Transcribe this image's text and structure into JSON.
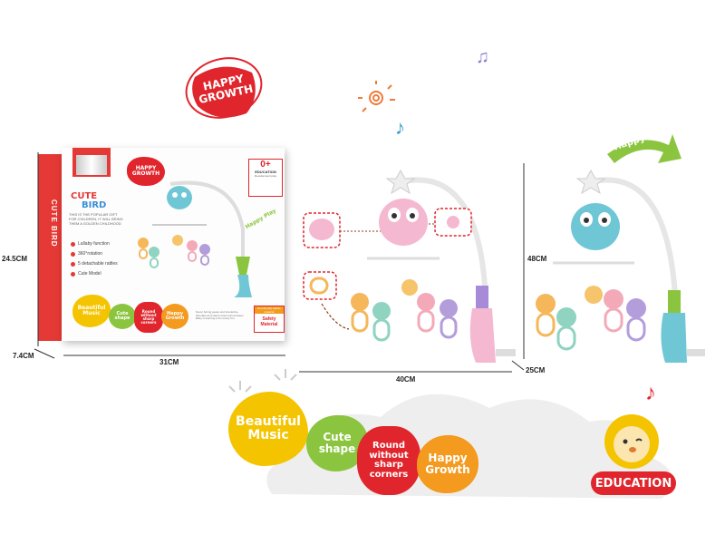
{
  "badges": {
    "happy_growth_top": [
      "HAPPY",
      "GROWTH"
    ],
    "happy_play": "Happy Play",
    "education": "EDUCATION"
  },
  "box": {
    "brand_title_1": "CUTE",
    "brand_title_2": "BIRD",
    "side_text": "CUTE BIRD",
    "tagline": "THIS IS THE POPULAR GIFT FOR CHILDREN, IT WILL BRING THEM A GOLDEN CHILDHOOD",
    "features": [
      "Lullaby function",
      "360°rotation",
      "5 detachable rattles",
      "Cute Model"
    ],
    "badge_happy_growth": [
      "HAPPY",
      "GROWTH"
    ],
    "badge_age_top": "0+",
    "badge_age_mid": "EDUCATION",
    "badge_age_small": "Development play",
    "happy_play": "Happy Play",
    "blob_beautiful": [
      "Beautiful",
      "Music"
    ],
    "blob_cute": [
      "Cute",
      "shape"
    ],
    "blob_round": [
      "Round",
      "without",
      "sharp",
      "corners"
    ],
    "blob_happy": [
      "Happy",
      "Growth"
    ],
    "small_print": "Never boring peace and interactive. Simulate and nature intercross between Baby is learning a fun lovely fun.",
    "safety": "Safety Material",
    "safety_top": "Eco-friendly plastic material"
  },
  "dimensions": {
    "box_height": "24.5CM",
    "box_depth": "7.4CM",
    "box_width": "31CM",
    "mobile_width": "40CM",
    "mobile_depth": "25CM",
    "mobile_height": "48CM"
  },
  "bottom_blobs": {
    "beautiful": [
      "Beautiful",
      "Music"
    ],
    "cute": [
      "Cute",
      "shape"
    ],
    "round": [
      "Round",
      "without",
      "sharp",
      "corners"
    ],
    "happy": [
      "Happy",
      "Growth"
    ]
  },
  "colors": {
    "red": "#e0252c",
    "yellow": "#f5c400",
    "green": "#8bc53f",
    "orange": "#f39a1f",
    "teal": "#6fc7d6",
    "pink": "#f4b9d0",
    "purple": "#a78bd8"
  }
}
